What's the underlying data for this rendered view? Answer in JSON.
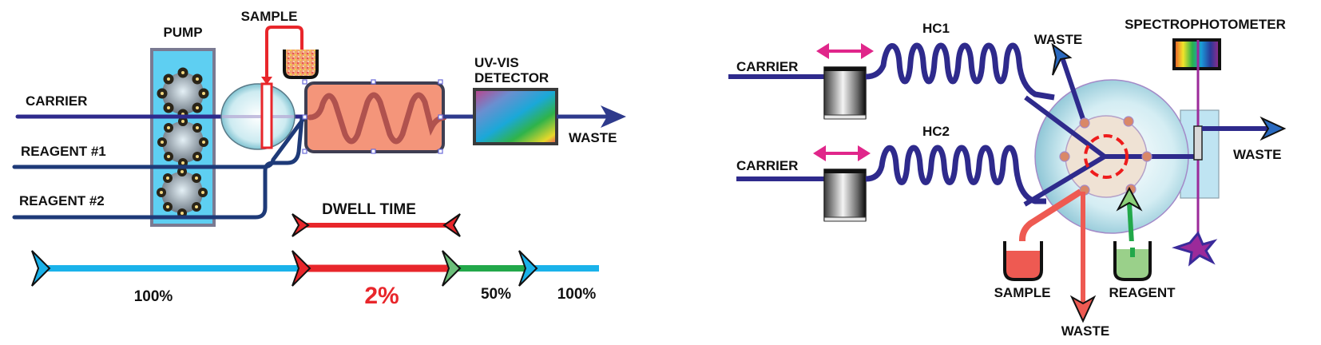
{
  "fia": {
    "labels": {
      "pump": "PUMP",
      "sample": "SAMPLE",
      "carrier": "CARRIER",
      "reagent1": "REAGENT #1",
      "reagent2": "REAGENT #2",
      "detector_line1": "UV-VIS",
      "detector_line2": "DETECTOR",
      "waste": "WASTE",
      "dwell_time": "DWELL TIME"
    },
    "timeline": {
      "segments": [
        {
          "label": "100%",
          "color": "#1ab2ea"
        },
        {
          "label": "2%",
          "color": "#e8262b"
        },
        {
          "label": "50%",
          "color": "#22a84a"
        },
        {
          "label": "100%",
          "color": "#1ab2ea"
        }
      ]
    }
  },
  "sia": {
    "labels": {
      "carrier1": "CARRIER",
      "carrier2": "CARRIER",
      "hc1": "HC1",
      "hc2": "HC2",
      "waste_top": "WASTE",
      "spectrophotometer": "SPECTROPHOTOMETER",
      "waste_right": "WASTE",
      "sample": "SAMPLE",
      "reagent": "REAGENT",
      "waste_bottom": "WASTE"
    }
  },
  "colors": {
    "tubing": "#2e2a8c",
    "tubing_dark": "#1e3a78",
    "pump_bg": "#5ecff2",
    "reactor": "#f4957a",
    "coil": "#b0524e",
    "sample_red": "#e8262b",
    "light_path": "#9b2a9a",
    "magenta_arrow": "#e0268a"
  }
}
